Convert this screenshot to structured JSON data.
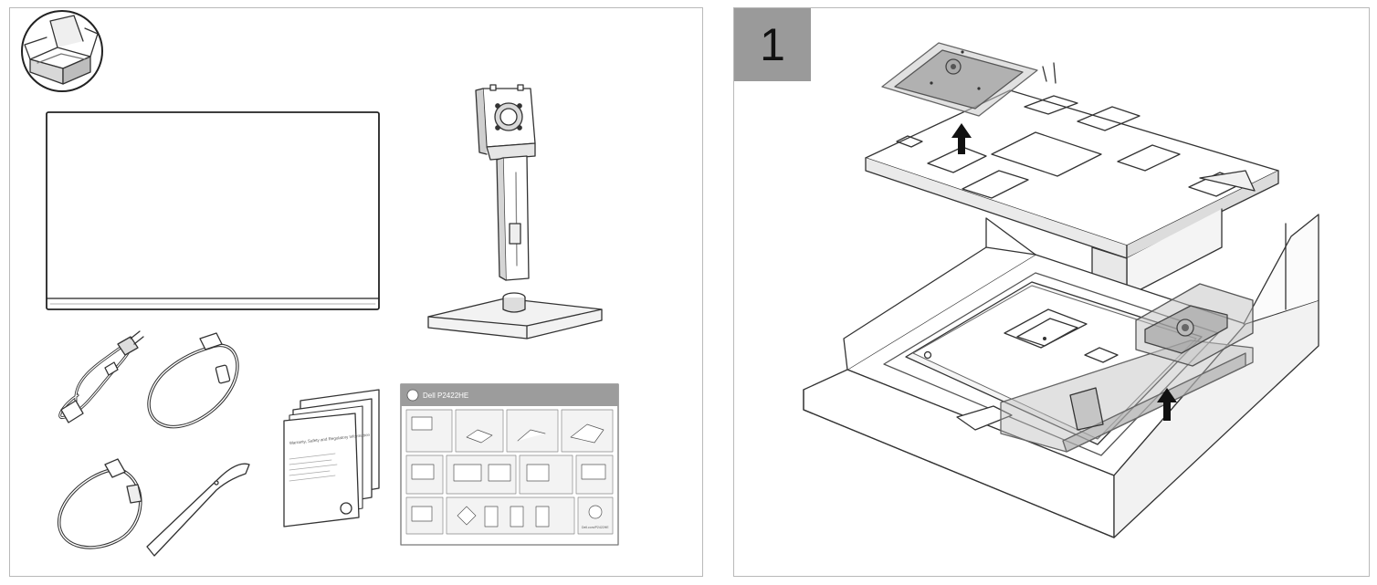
{
  "step": {
    "number": "1"
  },
  "documents": {
    "warranty_title": "Warranty, Safety and Regulatory Information",
    "qsg_title": "Dell P2422HE",
    "qsg_url": "Dell.com/P2422HE"
  },
  "icons": [
    "box-contents-icon",
    "monitor-panel",
    "monitor-stand",
    "power-cable-icon",
    "usb-cable-icon",
    "hdmi-cable-icon",
    "cable-tie-icon",
    "dell-logo-icon",
    "lift-arrow-icon"
  ]
}
